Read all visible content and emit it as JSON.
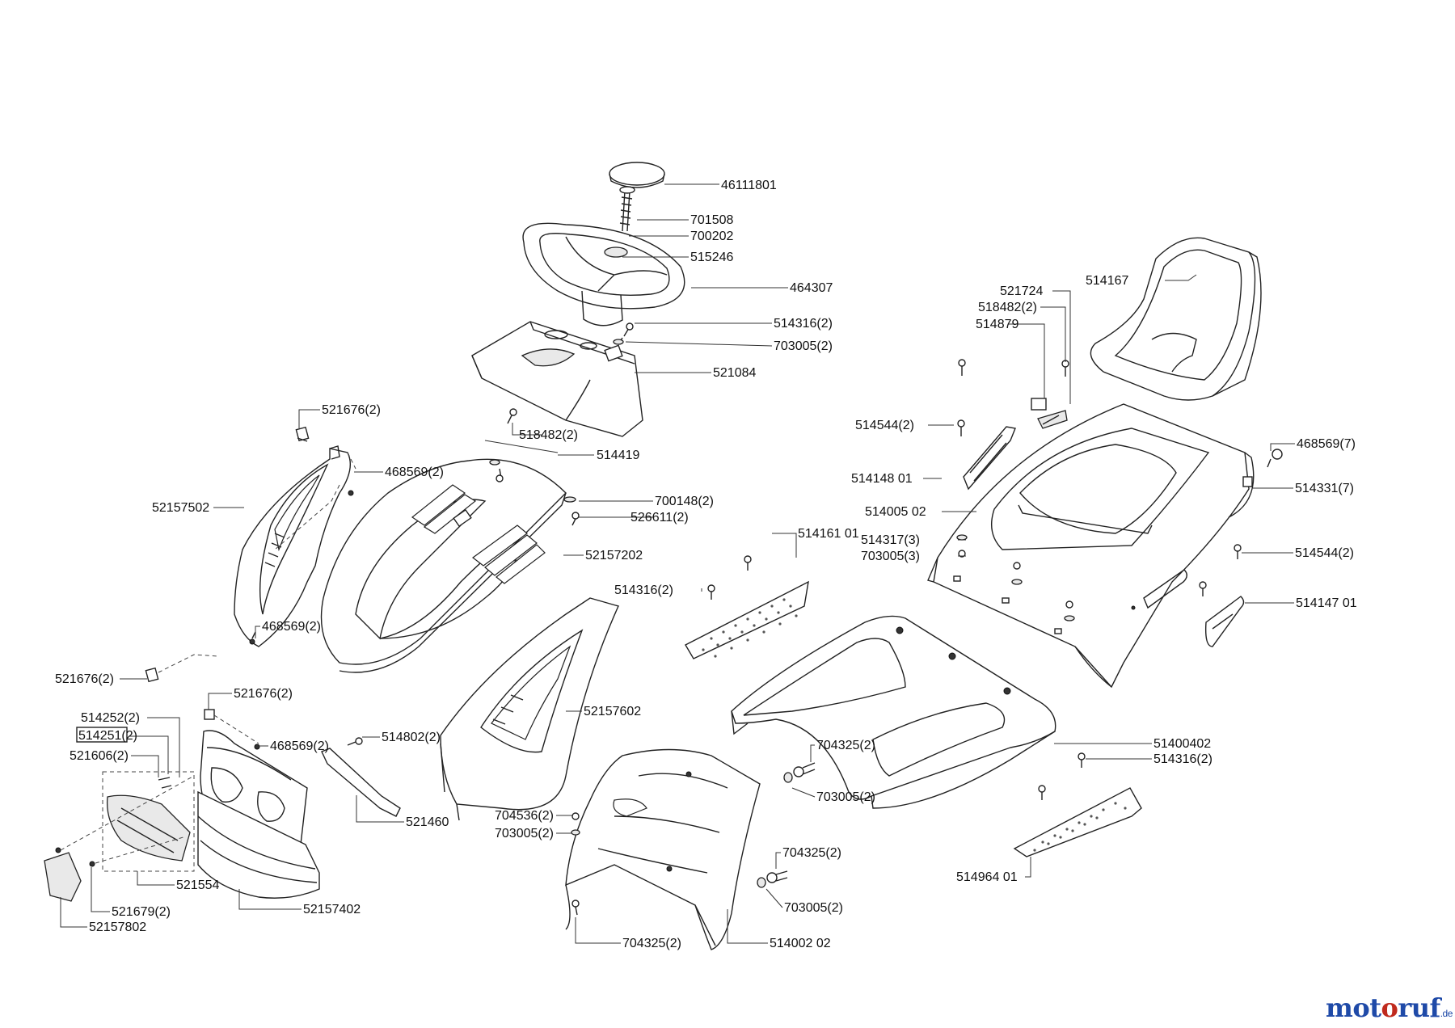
{
  "labels": [
    {
      "text": "46111801"
    },
    {
      "text": "701508"
    },
    {
      "text": "700202"
    },
    {
      "text": "515246"
    },
    {
      "text": "464307"
    },
    {
      "text": "514316(2)"
    },
    {
      "text": "703005(2)"
    },
    {
      "text": "521084"
    },
    {
      "text": "518482(2)"
    },
    {
      "text": "514419"
    },
    {
      "text": "521676(2)"
    },
    {
      "text": "468569(2)"
    },
    {
      "text": "52157502"
    },
    {
      "text": "700148(2)"
    },
    {
      "text": "526611(2)"
    },
    {
      "text": "52157202"
    },
    {
      "text": "468569(2)"
    },
    {
      "text": "521676(2)"
    },
    {
      "text": "521676(2)"
    },
    {
      "text": "514252(2)"
    },
    {
      "text": "514251(2)"
    },
    {
      "text": "521606(2)"
    },
    {
      "text": "468569(2)"
    },
    {
      "text": "514802(2)"
    },
    {
      "text": "521460"
    },
    {
      "text": "521554"
    },
    {
      "text": "52157402"
    },
    {
      "text": "521679(2)"
    },
    {
      "text": "52157802"
    },
    {
      "text": "52157602"
    },
    {
      "text": "704536(2)"
    },
    {
      "text": "703005(2)"
    },
    {
      "text": "704325(2)"
    },
    {
      "text": "703005(2)"
    },
    {
      "text": "704325(2)"
    },
    {
      "text": "703005(2)"
    },
    {
      "text": "704325(2)"
    },
    {
      "text": "514002 02"
    },
    {
      "text": "514316(2)"
    },
    {
      "text": "514161 01"
    },
    {
      "text": "514317(3)"
    },
    {
      "text": "703005(3)"
    },
    {
      "text": "514005 02"
    },
    {
      "text": "514148 01"
    },
    {
      "text": "514544(2)"
    },
    {
      "text": "514879"
    },
    {
      "text": "518482(2)"
    },
    {
      "text": "521724"
    },
    {
      "text": "514167"
    },
    {
      "text": "468569(7)"
    },
    {
      "text": "514331(7)"
    },
    {
      "text": "514544(2)"
    },
    {
      "text": "514147 01"
    },
    {
      "text": "51400402"
    },
    {
      "text": "514316(2)"
    },
    {
      "text": "514964 01"
    }
  ],
  "logo": {
    "part1": "mot",
    "part2": "o",
    "part3": "ruf",
    "tld": ".de"
  }
}
